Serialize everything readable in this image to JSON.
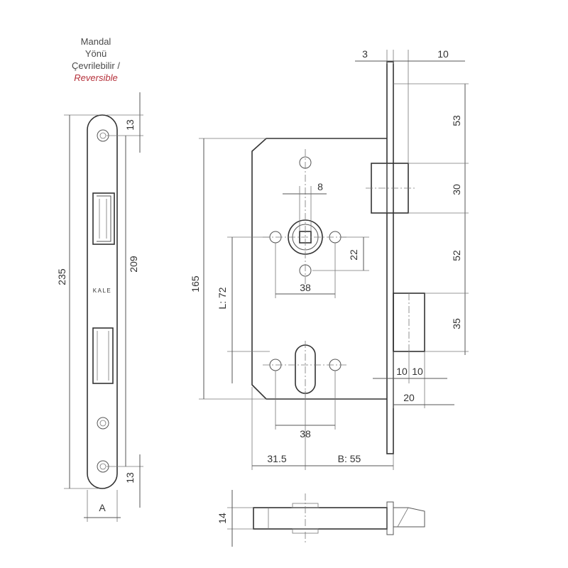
{
  "title": {
    "line1": "Mandal",
    "line2": "Yönü",
    "line3": "Çevrilebilir /",
    "line4": "Reversible"
  },
  "brand": "KALE",
  "dimensions": {
    "faceplate_height": "235",
    "hole_spacing": "209",
    "top_offset": "13",
    "bottom_offset": "13",
    "faceplate_width": "A",
    "top_left": "3",
    "top_right": "10",
    "upper_gap": "53",
    "latch_height": "30",
    "mid_gap": "52",
    "bolt_height": "35",
    "body_height": "165",
    "distance_l": "L: 72",
    "spindle_width": "8",
    "rosette_offset": "22",
    "rosette_spacing": "38",
    "cylinder_spacing": "38",
    "bolt_throw_a": "10",
    "bolt_throw_b": "10",
    "bolt_throw_total": "20",
    "edge_offset": "31.5",
    "backset": "B: 55",
    "thickness": "14"
  },
  "colors": {
    "line": "#555555",
    "text": "#333333",
    "accent": "#b5303a"
  }
}
